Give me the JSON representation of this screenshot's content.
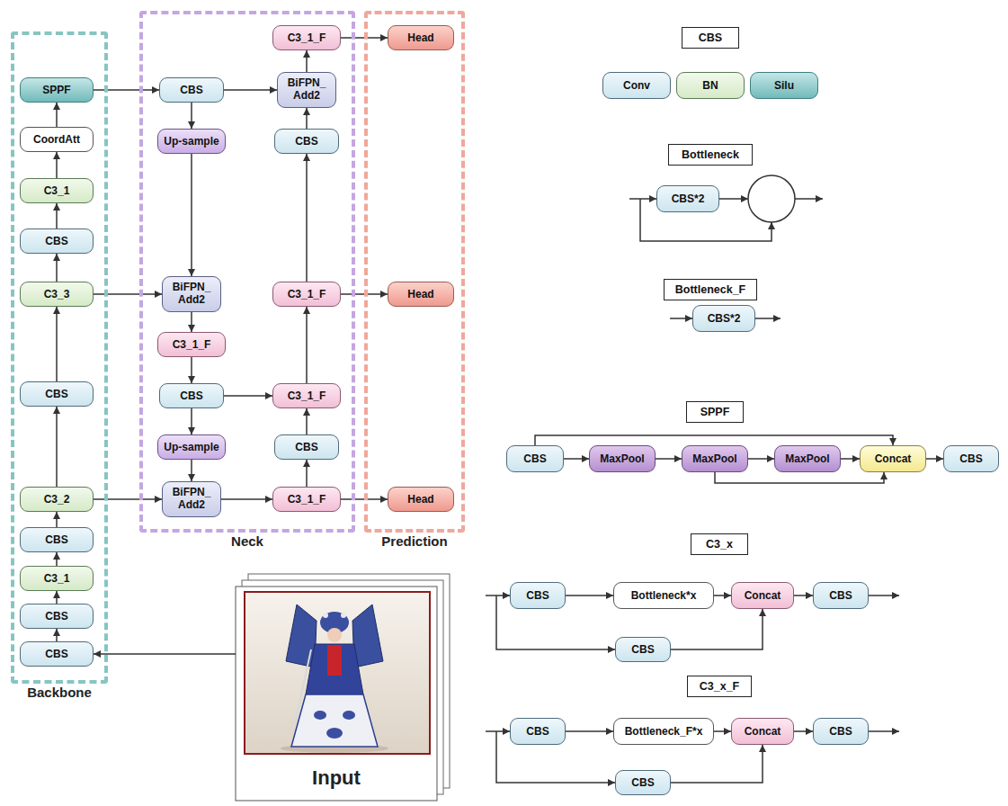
{
  "diagram": {
    "nodes": [
      {
        "text": [
          "Backbone"
        ]
      },
      {
        "text": [
          "SPPF"
        ],
        "in": 0
      },
      {
        "text": [
          "CoordAtt"
        ],
        "in": 0
      },
      {
        "text": [
          "C3_1"
        ],
        "in": 0
      },
      {
        "text": [
          "CBS"
        ],
        "in": 0
      },
      {
        "text": [
          "C3_3"
        ],
        "in": 0
      },
      {
        "text": [
          "CBS"
        ],
        "in": 0
      },
      {
        "text": [
          "C3_2"
        ],
        "in": 0
      },
      {
        "text": [
          "CBS"
        ],
        "in": 0
      },
      {
        "text": [
          "C3_1"
        ],
        "in": 0
      },
      {
        "text": [
          "CBS"
        ],
        "in": 0
      },
      {
        "text": [
          "CBS"
        ],
        "in": 0
      },
      {
        "text": [
          "Neck"
        ]
      },
      {
        "text": [
          "C3_1_F"
        ],
        "in": 12
      },
      {
        "text": [
          "CBS"
        ],
        "in": 12
      },
      {
        "text": [
          "BiFPN_ Add2"
        ],
        "in": 12
      },
      {
        "text": [
          "Up-sample"
        ],
        "in": 12
      },
      {
        "text": [
          "CBS"
        ],
        "in": 12
      },
      {
        "text": [
          "BiFPN_ Add2"
        ],
        "in": 12
      },
      {
        "text": [
          "C3_1_F"
        ],
        "in": 12
      },
      {
        "text": [
          "C3_1_F"
        ],
        "in": 12
      },
      {
        "text": [
          "CBS"
        ],
        "in": 12
      },
      {
        "text": [
          "C3_1_F"
        ],
        "in": 12
      },
      {
        "text": [
          "Up-sample"
        ],
        "in": 12
      },
      {
        "text": [
          "CBS"
        ],
        "in": 12
      },
      {
        "text": [
          "BiFPN_ Add2"
        ],
        "in": 12
      },
      {
        "text": [
          "C3_1_F"
        ],
        "in": 12
      },
      {
        "text": [
          "Prediction"
        ]
      },
      {
        "text": [
          "Head"
        ],
        "in": 27
      },
      {
        "text": [
          "Head"
        ],
        "in": 27
      },
      {
        "text": [
          "Head"
        ],
        "in": 27
      },
      {
        "text": [
          "Input"
        ]
      },
      {
        "text": [
          "CBS"
        ]
      },
      {
        "text": [
          "Conv"
        ]
      },
      {
        "text": [
          "BN"
        ]
      },
      {
        "text": [
          "Silu"
        ]
      },
      {
        "text": [
          "Bottleneck"
        ]
      },
      {
        "text": [
          "CBS*2"
        ]
      },
      {
        "text": [
          "Bottleneck_F"
        ]
      },
      {
        "text": [
          "CBS*2"
        ]
      },
      {
        "text": [
          "SPPF"
        ]
      },
      {
        "text": [
          "CBS"
        ]
      },
      {
        "text": [
          "MaxPool"
        ]
      },
      {
        "text": [
          "MaxPool"
        ]
      },
      {
        "text": [
          "MaxPool"
        ]
      },
      {
        "text": [
          "Concat"
        ]
      },
      {
        "text": [
          "CBS"
        ]
      },
      {
        "text": [
          "C3_x"
        ]
      },
      {
        "text": [
          "CBS"
        ]
      },
      {
        "text": [
          "Bottleneck*x"
        ]
      },
      {
        "text": [
          "Concat"
        ]
      },
      {
        "text": [
          "CBS"
        ]
      },
      {
        "text": [
          "CBS"
        ]
      },
      {
        "text": [
          "C3_x_F"
        ]
      },
      {
        "text": [
          "CBS"
        ]
      },
      {
        "text": [
          "Bottleneck_F*x"
        ]
      },
      {
        "text": [
          "Concat"
        ]
      },
      {
        "text": [
          "CBS"
        ]
      },
      {
        "text": [
          "CBS"
        ]
      }
    ],
    "edges": [
      {
        "from": 11,
        "to": 10,
        "arrow": "to"
      },
      {
        "from": 10,
        "to": 9,
        "arrow": "to"
      },
      {
        "from": 9,
        "to": 8,
        "arrow": "to"
      },
      {
        "from": 8,
        "to": 7,
        "arrow": "to"
      },
      {
        "from": 7,
        "to": 6,
        "arrow": "to"
      },
      {
        "from": 6,
        "to": 5,
        "arrow": "to"
      },
      {
        "from": 5,
        "to": 4,
        "arrow": "to"
      },
      {
        "from": 4,
        "to": 3,
        "arrow": "to"
      },
      {
        "from": 3,
        "to": 2,
        "arrow": "to"
      },
      {
        "from": 2,
        "to": 1,
        "arrow": "to"
      },
      {
        "from": 31,
        "to": 11,
        "arrow": "to"
      },
      {
        "from": 1,
        "to": 14,
        "arrow": "to"
      },
      {
        "from": 14,
        "to": 16,
        "arrow": "to"
      },
      {
        "from": 14,
        "to": 15,
        "arrow": "to"
      },
      {
        "from": 16,
        "to": 18,
        "arrow": "to"
      },
      {
        "from": 5,
        "to": 18,
        "arrow": "to"
      },
      {
        "from": 18,
        "to": 19,
        "arrow": "to"
      },
      {
        "from": 19,
        "to": 21,
        "arrow": "to"
      },
      {
        "from": 21,
        "to": 23,
        "arrow": "to"
      },
      {
        "from": 21,
        "to": 22,
        "arrow": "to"
      },
      {
        "from": 23,
        "to": 25,
        "arrow": "to"
      },
      {
        "from": 7,
        "to": 25,
        "arrow": "to"
      },
      {
        "from": 25,
        "to": 26,
        "arrow": "to"
      },
      {
        "from": 26,
        "to": 24,
        "arrow": "to"
      },
      {
        "from": 24,
        "to": 22,
        "arrow": "to"
      },
      {
        "from": 22,
        "to": 20,
        "arrow": "to"
      },
      {
        "from": 20,
        "to": 17,
        "arrow": "to"
      },
      {
        "from": 17,
        "to": 15,
        "arrow": "to"
      },
      {
        "from": 15,
        "to": 13,
        "arrow": "to"
      },
      {
        "from": 13,
        "to": 28,
        "arrow": "to"
      },
      {
        "from": 20,
        "to": 29,
        "arrow": "to"
      },
      {
        "from": 26,
        "to": 30,
        "arrow": "to"
      },
      {
        "from": 41,
        "to": 42,
        "arrow": "to"
      },
      {
        "from": 42,
        "to": 43,
        "arrow": "to"
      },
      {
        "from": 43,
        "to": 44,
        "arrow": "to"
      },
      {
        "from": 44,
        "to": 45,
        "arrow": "to"
      },
      {
        "from": 45,
        "to": 46,
        "arrow": "to"
      },
      {
        "from": 41,
        "to": 45,
        "arrow": "to"
      },
      {
        "from": 43,
        "to": 45,
        "arrow": "to"
      },
      {
        "from": 48,
        "to": 49,
        "arrow": "to"
      },
      {
        "from": 49,
        "to": 50,
        "arrow": "to"
      },
      {
        "from": 50,
        "to": 51,
        "arrow": "to"
      },
      {
        "from": 52,
        "to": 50,
        "arrow": "to"
      },
      {
        "from": 54,
        "to": 55,
        "arrow": "to"
      },
      {
        "from": 55,
        "to": 56,
        "arrow": "to"
      },
      {
        "from": 56,
        "to": 57,
        "arrow": "to"
      },
      {
        "from": 58,
        "to": 56,
        "arrow": "to"
      }
    ]
  }
}
